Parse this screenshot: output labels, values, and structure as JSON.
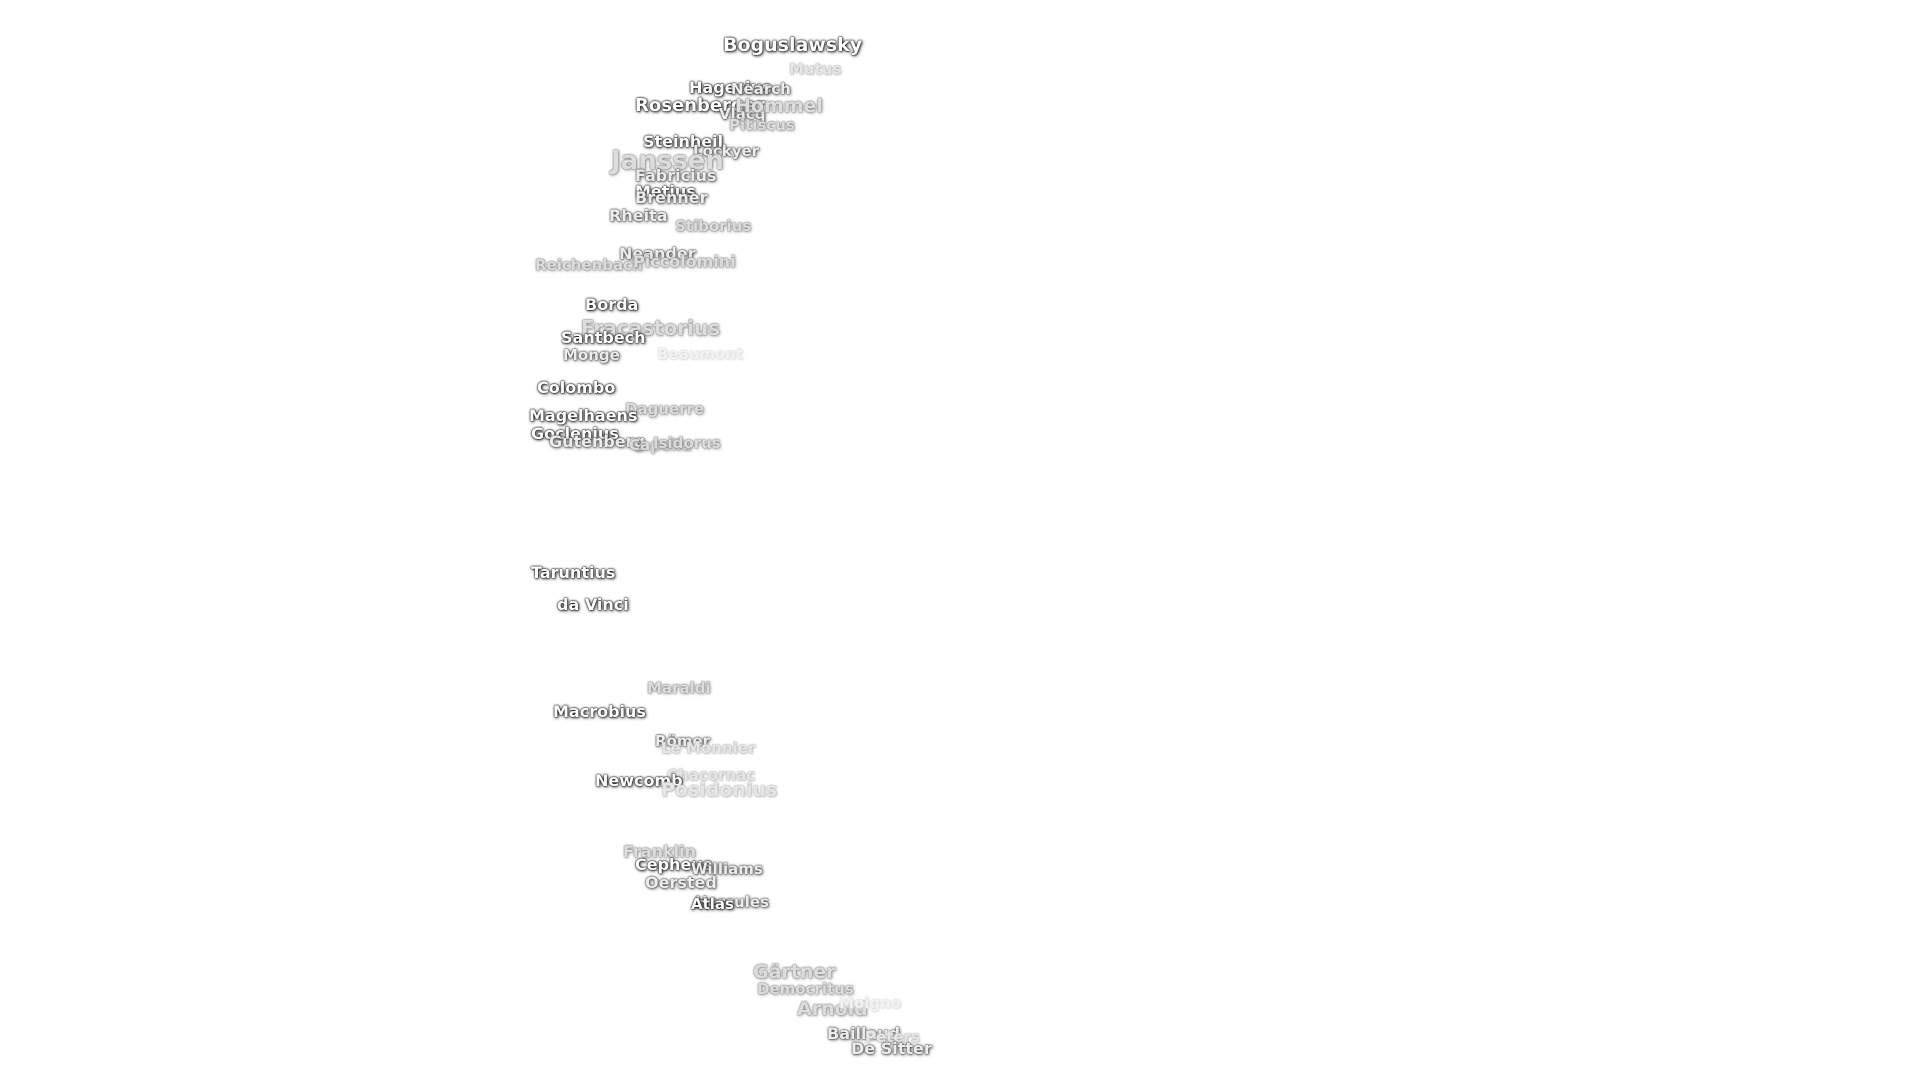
{
  "labels": [
    {
      "key": "boguslawsky",
      "text": "Boguslawsky"
    },
    {
      "key": "mutus",
      "text": "Mutus"
    },
    {
      "key": "hagecius",
      "text": "Hagecius"
    },
    {
      "key": "nearch",
      "text": "Nearch"
    },
    {
      "key": "rosenberger",
      "text": "Rosenberger"
    },
    {
      "key": "vlacq",
      "text": "Vlacq"
    },
    {
      "key": "hommel",
      "text": "Hommel"
    },
    {
      "key": "pitiscus",
      "text": "Pitiscus"
    },
    {
      "key": "steinheil",
      "text": "Steinheil"
    },
    {
      "key": "lockyer",
      "text": "Lockyer"
    },
    {
      "key": "janssen",
      "text": "Janssen"
    },
    {
      "key": "fabricius",
      "text": "Fabricius"
    },
    {
      "key": "metius",
      "text": "Metius"
    },
    {
      "key": "brenner",
      "text": "Brenner"
    },
    {
      "key": "rheita",
      "text": "Rheita"
    },
    {
      "key": "stiborius",
      "text": "Stiborius"
    },
    {
      "key": "neander",
      "text": "Neander"
    },
    {
      "key": "reichenbach",
      "text": "Reichenbach"
    },
    {
      "key": "piccolomini",
      "text": "Piccolomini"
    },
    {
      "key": "borda",
      "text": "Borda"
    },
    {
      "key": "fracastorius",
      "text": "Fracastorius"
    },
    {
      "key": "santbech",
      "text": "Santbech"
    },
    {
      "key": "monge",
      "text": "Monge"
    },
    {
      "key": "beaumont",
      "text": "Beaumont"
    },
    {
      "key": "colombo",
      "text": "Colombo"
    },
    {
      "key": "daguerre",
      "text": "Daguerre"
    },
    {
      "key": "magelhaens",
      "text": "Magelhaens"
    },
    {
      "key": "goclenius",
      "text": "Goclenius"
    },
    {
      "key": "gutenberg",
      "text": "Gutenberg"
    },
    {
      "key": "capella",
      "text": "Capella"
    },
    {
      "key": "isidorus",
      "text": "Isidorus"
    },
    {
      "key": "taruntius",
      "text": "Taruntius"
    },
    {
      "key": "da-vinci",
      "text": "da Vinci"
    },
    {
      "key": "maraldi",
      "text": "Maraldi"
    },
    {
      "key": "macrobius",
      "text": "Macrobius"
    },
    {
      "key": "romer",
      "text": "Römer"
    },
    {
      "key": "le-monnier",
      "text": "Le Monnier"
    },
    {
      "key": "chacornac",
      "text": "Chacornac"
    },
    {
      "key": "newcomb",
      "text": "Newcomb"
    },
    {
      "key": "posidonius",
      "text": "Posidonius"
    },
    {
      "key": "franklin",
      "text": "Franklin"
    },
    {
      "key": "cepheus",
      "text": "Cepheus"
    },
    {
      "key": "williams",
      "text": "Williams"
    },
    {
      "key": "oersted",
      "text": "Oersted"
    },
    {
      "key": "hercules",
      "text": "Hercules"
    },
    {
      "key": "atlas",
      "text": "Atlas"
    },
    {
      "key": "gartner",
      "text": "Gärtner"
    },
    {
      "key": "democritus",
      "text": "Democritus"
    },
    {
      "key": "arnold",
      "text": "Arnold"
    },
    {
      "key": "moigno",
      "text": "Moigno"
    },
    {
      "key": "baillaud",
      "text": "Baillaud"
    },
    {
      "key": "peters",
      "text": "Peters"
    },
    {
      "key": "de-sitter",
      "text": "De Sitter"
    }
  ]
}
